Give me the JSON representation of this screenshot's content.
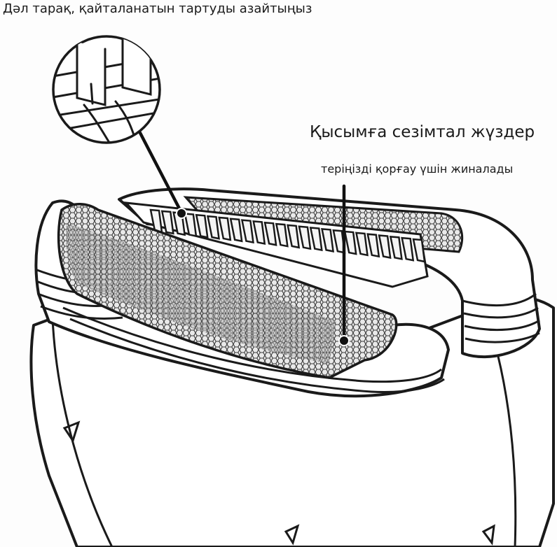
{
  "diagram": {
    "top_caption": "Дәл тарақ, қайталанатын тартуды азайтыңыз",
    "callout_main": "Қысымға сезімтал жүздер",
    "callout_sub": "теріңізді қорғау үшін жиналады"
  },
  "colors": {
    "ink": "#1a1a1a",
    "background": "#fdfdfd",
    "foil_fill": "#cfcfcf"
  },
  "icons": [
    "magnifier-circle",
    "callout-dot"
  ]
}
